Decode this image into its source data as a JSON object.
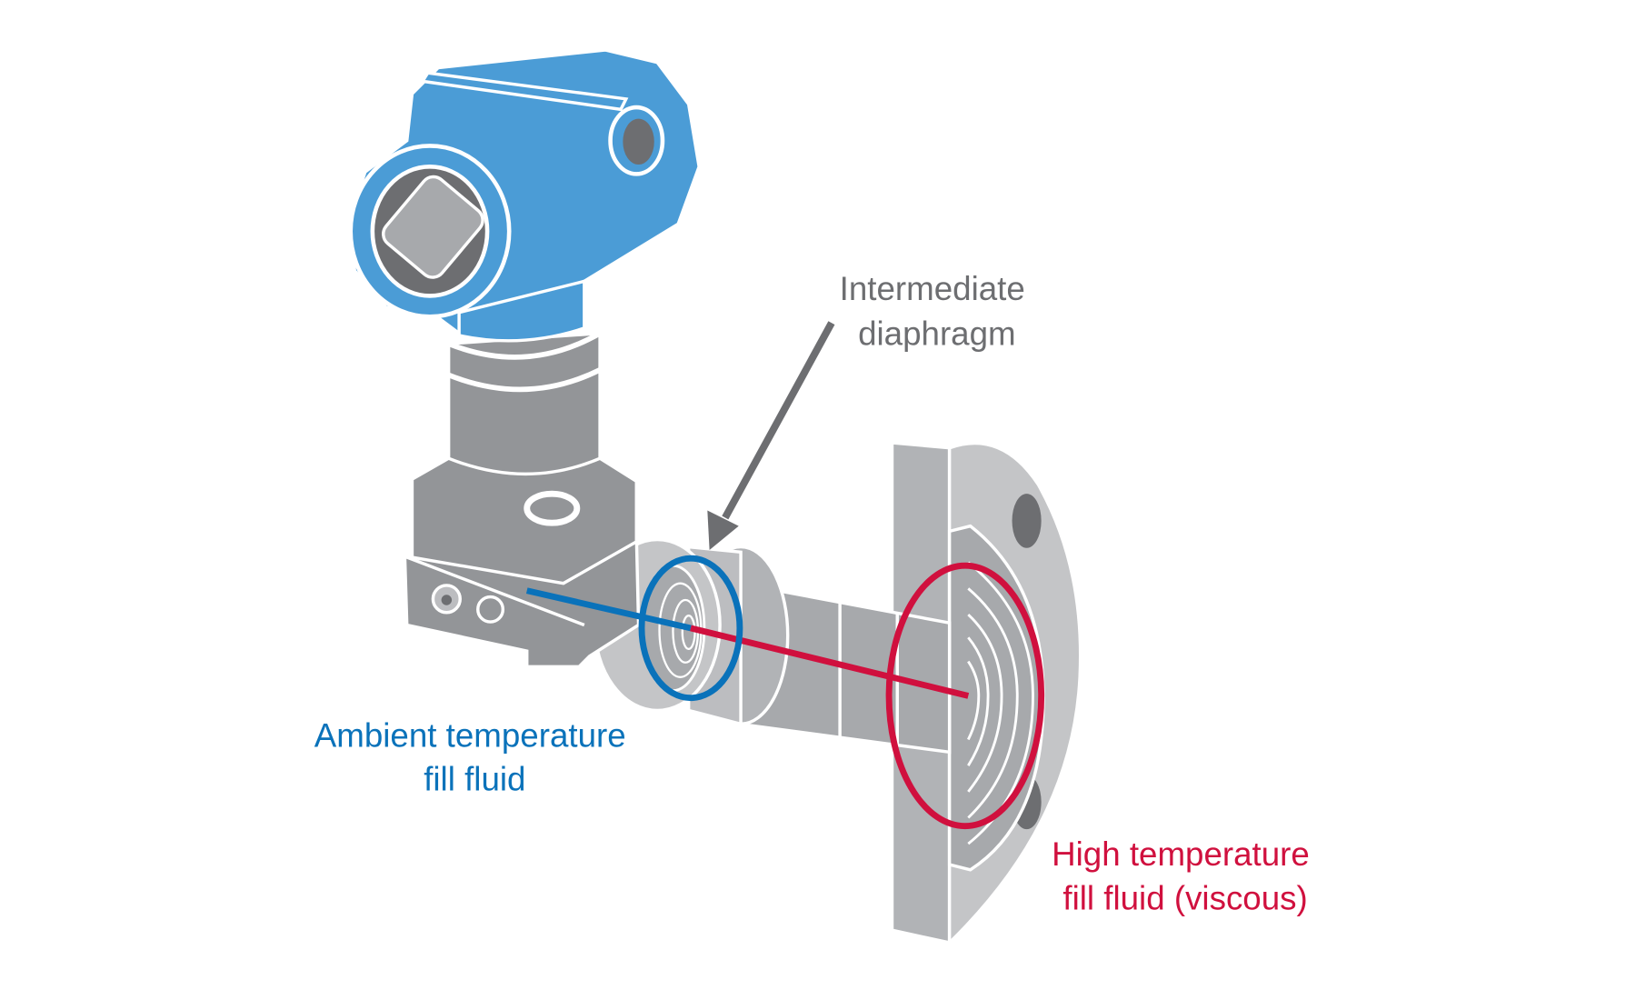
{
  "labels": {
    "intermediate": {
      "line1": "Intermediate",
      "line2": "diaphragm"
    },
    "ambient": {
      "line1": "Ambient temperature",
      "line2": "fill fluid"
    },
    "high": {
      "line1": "High temperature",
      "line2": "fill fluid (viscous)"
    }
  },
  "colors": {
    "annotation_gray": "#6d6e71",
    "ambient_blue": "#0a72ba",
    "high_temp_red": "#d0103e",
    "transmitter_blue": "#4b9cd6",
    "body_gray": "#939598",
    "light_gray": "#bcbdc0"
  }
}
